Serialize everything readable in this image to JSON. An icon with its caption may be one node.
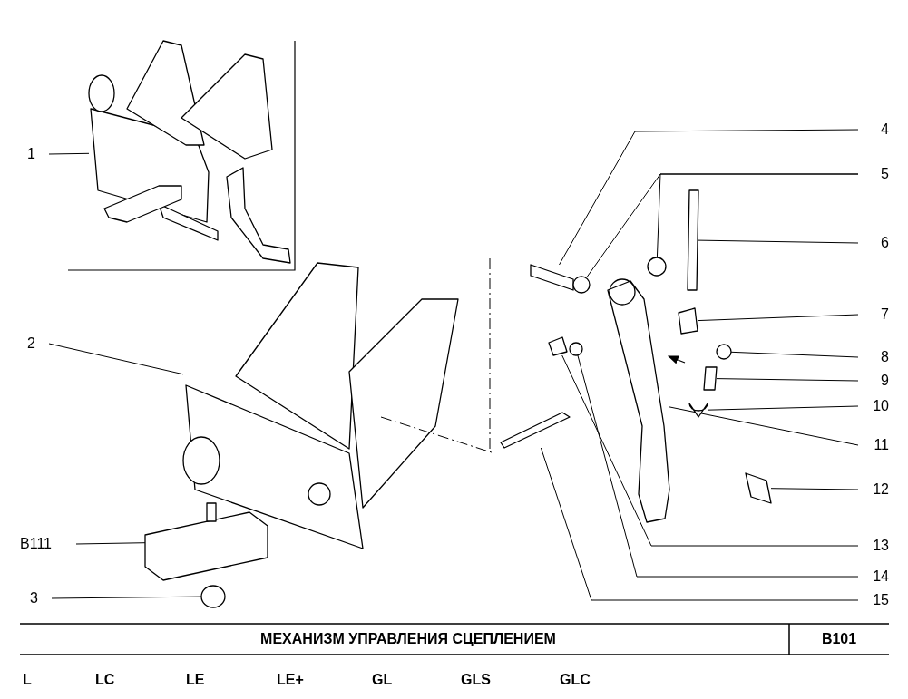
{
  "diagram": {
    "title": "МЕХАНИЗМ УПРАВЛЕНИЯ СЦЕПЛЕНИЕМ",
    "nodes": [
      {
        "text": [
          "1"
        ]
      },
      {
        "text": [
          "2"
        ]
      },
      {
        "text": [
          "B111"
        ]
      },
      {
        "text": [
          "3"
        ]
      },
      {
        "text": [
          "4"
        ]
      },
      {
        "text": [
          "5"
        ]
      },
      {
        "text": [
          "6"
        ]
      },
      {
        "text": [
          "7"
        ]
      },
      {
        "text": [
          "8"
        ]
      },
      {
        "text": [
          "9"
        ]
      },
      {
        "text": [
          "10"
        ]
      },
      {
        "text": [
          "11"
        ]
      },
      {
        "text": [
          "12"
        ]
      },
      {
        "text": [
          "13"
        ]
      },
      {
        "text": [
          "14"
        ]
      },
      {
        "text": [
          "15"
        ]
      },
      {
        "text": [],
        "shape": "picture"
      },
      {
        "text": [],
        "shape": "picture"
      },
      {
        "text": [],
        "shape": "picture"
      },
      {
        "text": [],
        "shape": "circle"
      },
      {
        "text": [],
        "shape": "box"
      },
      {
        "text": [],
        "shape": "circle"
      },
      {
        "text": [],
        "shape": "circle"
      },
      {
        "text": [],
        "shape": "box"
      },
      {
        "text": [],
        "shape": "box"
      },
      {
        "text": [],
        "shape": "circle"
      },
      {
        "text": [],
        "shape": "box"
      },
      {
        "text": [],
        "shape": "picture"
      },
      {
        "text": [],
        "shape": "picture"
      },
      {
        "text": [],
        "shape": "picture"
      },
      {
        "text": [],
        "shape": "picture"
      },
      {
        "text": [],
        "shape": "circle"
      },
      {
        "text": [],
        "shape": "picture"
      }
    ],
    "edges": [
      {
        "from": 0,
        "to": 16,
        "arrow": "none"
      },
      {
        "from": 1,
        "to": 17,
        "arrow": "none"
      },
      {
        "from": 2,
        "to": 18,
        "arrow": "none"
      },
      {
        "from": 3,
        "to": 19,
        "arrow": "none"
      },
      {
        "from": 4,
        "to": 20,
        "arrow": "none"
      },
      {
        "from": 5,
        "to": 21,
        "arrow": "none"
      },
      {
        "from": 5,
        "to": 22,
        "arrow": "none"
      },
      {
        "from": 6,
        "to": 23,
        "arrow": "none"
      },
      {
        "from": 7,
        "to": 24,
        "arrow": "none"
      },
      {
        "from": 8,
        "to": 25,
        "arrow": "none"
      },
      {
        "from": 9,
        "to": 26,
        "arrow": "none"
      },
      {
        "from": 10,
        "to": 27,
        "arrow": "none"
      },
      {
        "from": 11,
        "to": 28,
        "arrow": "none"
      },
      {
        "from": 12,
        "to": 29,
        "arrow": "none"
      },
      {
        "from": 13,
        "to": 30,
        "arrow": "none"
      },
      {
        "from": 14,
        "to": 31,
        "arrow": "none"
      },
      {
        "from": 15,
        "to": 32,
        "arrow": "none"
      }
    ],
    "labels": [
      "B101",
      "L",
      "LC",
      "LE",
      "LE+",
      "GL",
      "GLS",
      "GLC"
    ]
  }
}
